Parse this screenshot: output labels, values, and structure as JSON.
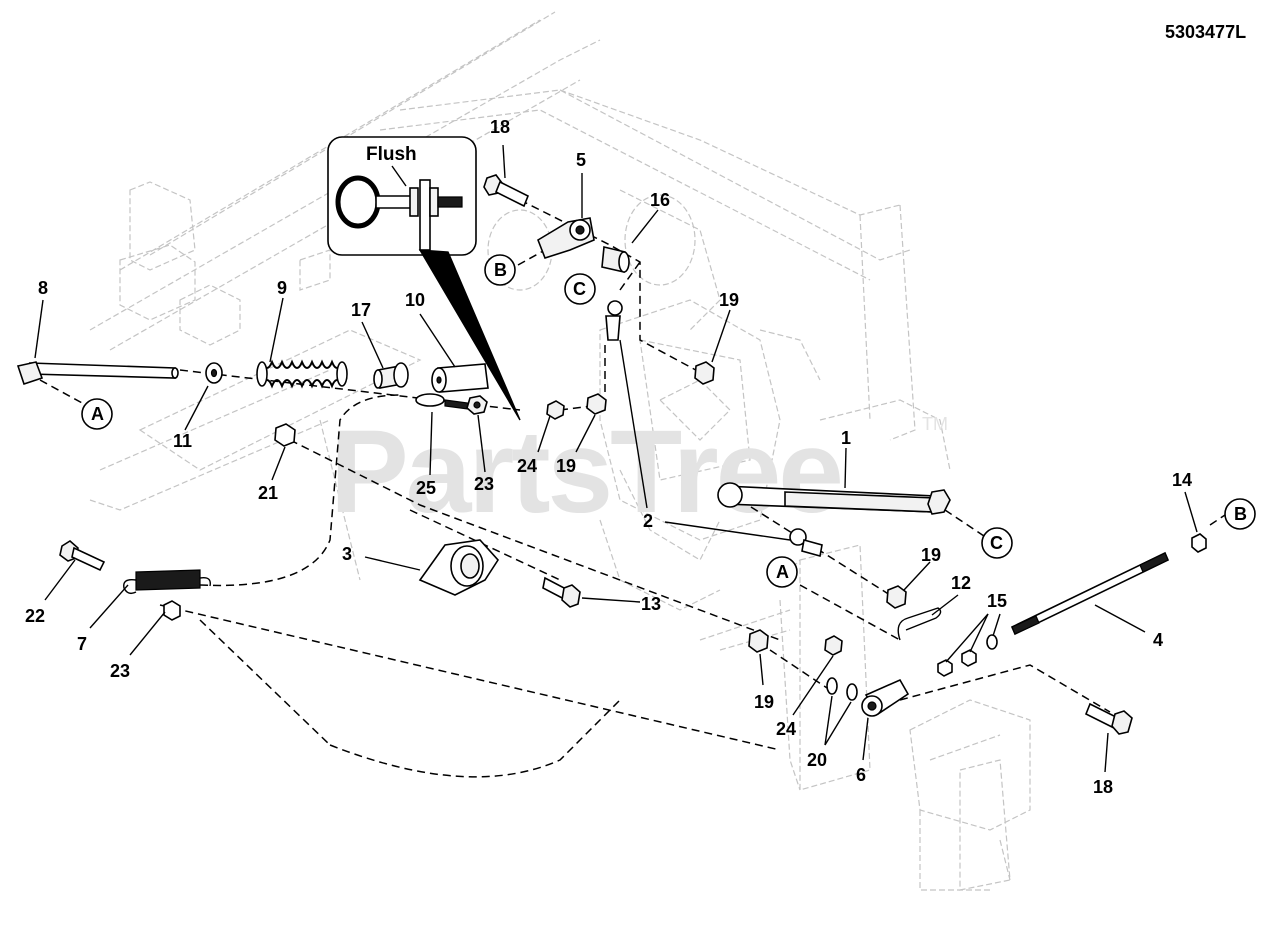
{
  "drawing_number": "5303477L",
  "watermark": {
    "text": "PartsTree",
    "trademark": "TM"
  },
  "inset": {
    "label": "Flush"
  },
  "callouts": [
    {
      "id": "c1",
      "text": "1"
    },
    {
      "id": "c2",
      "text": "2"
    },
    {
      "id": "c3",
      "text": "3"
    },
    {
      "id": "c4",
      "text": "4"
    },
    {
      "id": "c5",
      "text": "5"
    },
    {
      "id": "c6",
      "text": "6"
    },
    {
      "id": "c7",
      "text": "7"
    },
    {
      "id": "c8",
      "text": "8"
    },
    {
      "id": "c9",
      "text": "9"
    },
    {
      "id": "c10",
      "text": "10"
    },
    {
      "id": "c11",
      "text": "11"
    },
    {
      "id": "c12",
      "text": "12"
    },
    {
      "id": "c13",
      "text": "13"
    },
    {
      "id": "c14",
      "text": "14"
    },
    {
      "id": "c15",
      "text": "15"
    },
    {
      "id": "c16",
      "text": "16"
    },
    {
      "id": "c17",
      "text": "17"
    },
    {
      "id": "c18a",
      "text": "18"
    },
    {
      "id": "c18b",
      "text": "18"
    },
    {
      "id": "c19a",
      "text": "19"
    },
    {
      "id": "c19b",
      "text": "19"
    },
    {
      "id": "c19c",
      "text": "19"
    },
    {
      "id": "c19d",
      "text": "19"
    },
    {
      "id": "c20",
      "text": "20"
    },
    {
      "id": "c21",
      "text": "21"
    },
    {
      "id": "c22",
      "text": "22"
    },
    {
      "id": "c23a",
      "text": "23"
    },
    {
      "id": "c23b",
      "text": "23"
    },
    {
      "id": "c24a",
      "text": "24"
    },
    {
      "id": "c24b",
      "text": "24"
    },
    {
      "id": "c25",
      "text": "25"
    }
  ],
  "connectors": [
    {
      "id": "A1",
      "text": "A"
    },
    {
      "id": "A2",
      "text": "A"
    },
    {
      "id": "B1",
      "text": "B"
    },
    {
      "id": "B2",
      "text": "B"
    },
    {
      "id": "C1",
      "text": "C"
    },
    {
      "id": "C2",
      "text": "C"
    }
  ]
}
